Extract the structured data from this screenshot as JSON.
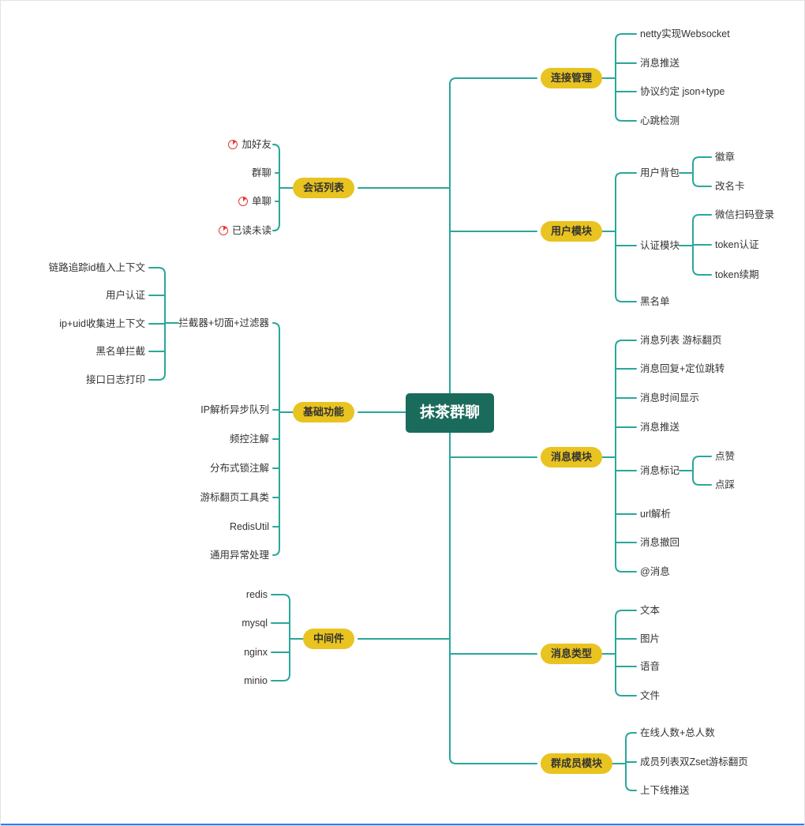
{
  "root": {
    "label": "抹茶群聊"
  },
  "right": {
    "connection": {
      "label": "连接管理",
      "children": [
        "netty实现Websocket",
        "消息推送",
        "协议约定 json+type",
        "心跳检测"
      ]
    },
    "user": {
      "label": "用户模块",
      "backpack": {
        "label": "用户背包",
        "children": [
          "徽章",
          "改名卡"
        ]
      },
      "auth": {
        "label": "认证模块",
        "children": [
          "微信扫码登录",
          "token认证",
          "token续期"
        ]
      },
      "blacklist": "黑名单"
    },
    "message": {
      "label": "消息模块",
      "children": [
        "消息列表 游标翻页",
        "消息回复+定位跳转",
        "消息时间显示",
        "消息推送"
      ],
      "mark": {
        "label": "消息标记",
        "children": [
          "点赞",
          "点踩"
        ]
      },
      "children2": [
        "url解析",
        "消息撤回",
        "@消息"
      ]
    },
    "msgtype": {
      "label": "消息类型",
      "children": [
        "文本",
        "图片",
        "语音",
        "文件"
      ]
    },
    "member": {
      "label": "群成员模块",
      "children": [
        "在线人数+总人数",
        "成员列表双Zset游标翻页",
        "上下线推送"
      ]
    }
  },
  "left": {
    "session": {
      "label": "会话列表",
      "children": [
        "加好友",
        "群聊",
        "单聊",
        "已读未读"
      ],
      "progress_icon": {
        "name": "progress-pie",
        "color": "#e53935"
      }
    },
    "basic": {
      "label": "基础功能",
      "interceptor": {
        "label": "拦截器+切面+过滤器",
        "children": [
          "链路追踪id植入上下文",
          "用户认证",
          "ip+uid收集进上下文",
          "黑名单拦截",
          "接口日志打印"
        ]
      },
      "children": [
        "IP解析异步队列",
        "频控注解",
        "分布式锁注解",
        "游标翻页工具类",
        "RedisUtil",
        "通用异常处理"
      ]
    },
    "middleware": {
      "label": "中间件",
      "children": [
        "redis",
        "mysql",
        "nginx",
        "minio"
      ]
    }
  },
  "colors": {
    "branch_fill": "#e9c31f",
    "root_fill": "#1a6b5c",
    "line": "#2aa79a",
    "icon": "#e53935",
    "text": "#333333"
  }
}
